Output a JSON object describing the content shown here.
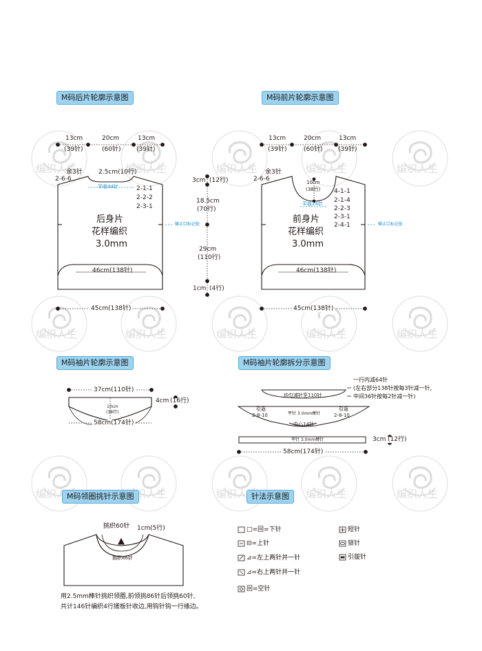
{
  "watermark": {
    "text": "编织人生"
  },
  "back": {
    "title": "M码后片轮廓示意图",
    "shoulder_left": "13cm",
    "shoulder_left_sts": "(39针)",
    "neck_width": "20cm",
    "neck_width_sts": "(60针)",
    "shoulder_right": "13cm",
    "shoulder_right_sts": "(39针)",
    "left_remain": "余3针",
    "left_dec": "2-6-6",
    "neck_depth": "2.5cm(10行)",
    "bind_off": "平收44针",
    "dec_rows": [
      "2-1-1",
      "2-2-2",
      "2-3-1"
    ],
    "body_l1": "后身片",
    "body_l2": "花样编织",
    "body_l3": "3.0mm",
    "marker": "输止口标记处",
    "hem_width": "46cm(138针)",
    "bottom_width": "45cm(138针)"
  },
  "vertical": {
    "r1": "3cm",
    "r1b": "(12行)",
    "r2": "18.5cm",
    "r2b": "(70行)",
    "r3": "29cm",
    "r3b": "(110行)",
    "r4": "1cm",
    "r4b": "(4行)"
  },
  "front": {
    "title": "M码前片轮廓示意图",
    "shoulder_left": "13cm",
    "shoulder_left_sts": "(39针)",
    "neck_width": "20cm",
    "neck_width_sts": "(60针)",
    "shoulder_right": "13cm",
    "shoulder_right_sts": "(39针)",
    "left_remain": "余3针",
    "left_dec": "2-6-6",
    "neck_depth": "10cm",
    "neck_depth_rows": "(38行)",
    "bind_off": "平收24针",
    "dec_rows": [
      "4-1-1",
      "2-1-4",
      "2-2-3",
      "2-3-1",
      "2-4-1"
    ],
    "body_l1": "前身片",
    "body_l2": "花样编织",
    "body_l3": "3.0mm",
    "marker": "输止口标记处",
    "hem_width": "46cm(138针)",
    "bottom_width": "45cm(138针)"
  },
  "sleeve": {
    "title": "M码袖片轮廓示意图",
    "top_width": "37cm(110针)",
    "height": "4cm",
    "height_rows": "(16行)",
    "center_depth": "10cm",
    "center_rows": "(38行)",
    "bottom_width": "58cm(174针)"
  },
  "sleeve_split": {
    "title": "M码袖片轮廓拆分示意图",
    "note1": "一行内减64针",
    "note2": "(左右部分138针按每3针减一针,",
    "note3": "中间36针按每2针减一针)",
    "even_dec": "均匀减针至110针",
    "short_left": "引返",
    "short_left_rows": "2-8-10",
    "short_mid": "平针  3.0mm棒针",
    "short_right": "引返",
    "short_right_rows": "2-8-10",
    "center_sts": "中心14针",
    "band_label": "平针  3.0mm棒针",
    "band_height": "3cm",
    "band_rows": "(12行)",
    "total_width": "58cm(174针)"
  },
  "collar": {
    "title": "M码领圈挑针示意图",
    "pick_back": "挑织60针",
    "band": "1cm",
    "band_rows": "(5行)",
    "pick_front": "挑织86针",
    "desc1": "用2.5mm棒针挑织领圈,前领挑86针后领挑60针,",
    "desc2": "共计146针编织4行搓板针收边,用钩针钩一行缘边。"
  },
  "legend": {
    "title": "针法示意图",
    "items": [
      {
        "sym": "□=回=下针"
      },
      {
        "sym": "⊟=上针"
      },
      {
        "sym": "⊿=左上两针并一针"
      },
      {
        "sym": "⊿=右上两针并一针"
      },
      {
        "sym": "回=空针"
      }
    ],
    "right": [
      {
        "sym": "短针"
      },
      {
        "sym": "锁针"
      },
      {
        "sym": "引拔针"
      }
    ]
  }
}
